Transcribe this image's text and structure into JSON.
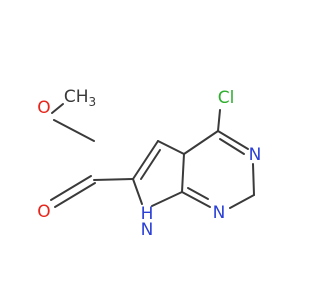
{
  "molecule": {
    "atoms": {
      "methyl": {
        "text": "CH",
        "subscript": "3",
        "color": "#3a3a3a"
      },
      "ester_o": {
        "text": "O",
        "color": "#e8251a"
      },
      "carbonyl_o": {
        "text": "O",
        "color": "#e8251a"
      },
      "chlorine": {
        "text": "Cl",
        "color": "#2eae2e"
      },
      "n_upper": {
        "text": "N",
        "color": "#2a3fd6"
      },
      "n_lower": {
        "text": "N",
        "color": "#2a3fd6"
      },
      "nh": {
        "text": "H",
        "n": "N",
        "color": "#2a3fd6"
      }
    },
    "bond_color": "#3a3a3a"
  }
}
